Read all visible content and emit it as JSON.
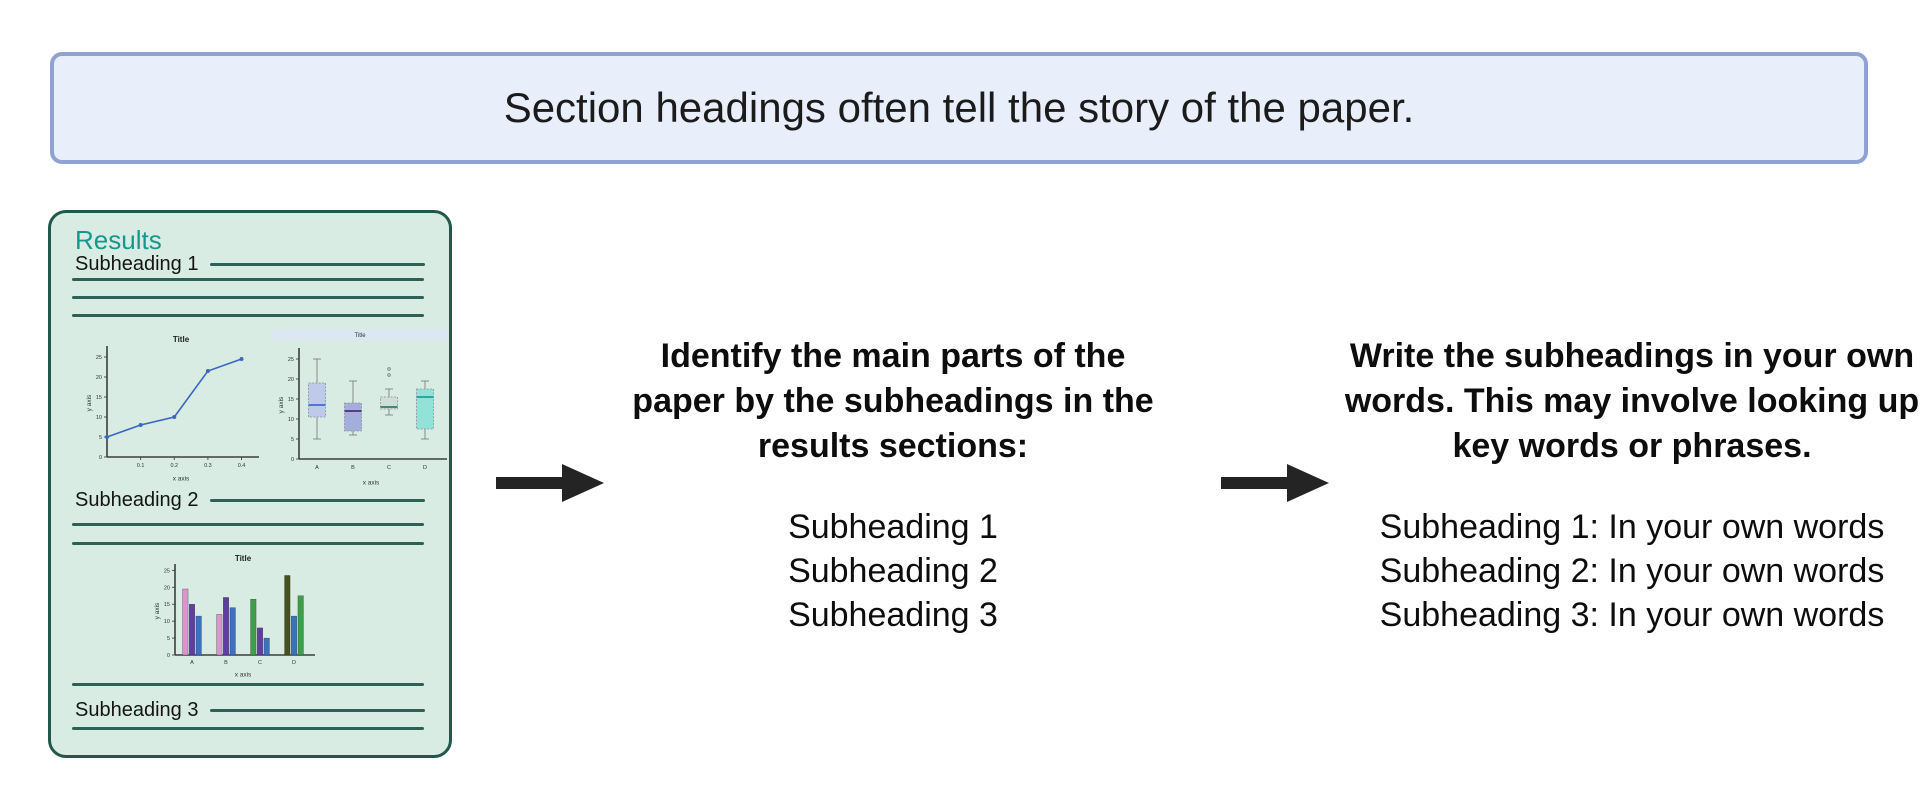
{
  "banner": {
    "text": "Section headings often tell the story of the paper."
  },
  "paper": {
    "section_title": "Results",
    "section_title_color": "#14988e",
    "subheadings": [
      "Subheading 1",
      "Subheading 2",
      "Subheading 3"
    ],
    "background": "#d8ece4",
    "border_color": "#21584b",
    "line_color": "#2d6156"
  },
  "steps": [
    {
      "heading": "Identify the main parts of the paper by the subheadings in the results sections:",
      "items": [
        "Subheading 1",
        "Subheading 2",
        "Subheading 3"
      ]
    },
    {
      "heading": "Write the subheadings in your own words. This may involve looking up key words or phrases.",
      "items": [
        "Subheading 1: In your own words",
        "Subheading 2: In your own words",
        "Subheading 3: In your own words"
      ]
    }
  ],
  "banner_colors": {
    "background": "#e9eefb",
    "border": "#8fa3d3"
  },
  "arrow_color": "#242424",
  "chart_data": [
    {
      "type": "line",
      "title": "Title",
      "xlabel": "x axis",
      "ylabel": "y axis",
      "x": [
        0,
        0.1,
        0.2,
        0.3,
        0.4
      ],
      "y": [
        5,
        8,
        10,
        21.5,
        24.5
      ],
      "xticks": [
        0.1,
        0.2,
        0.3,
        0.4
      ],
      "yticks": [
        0,
        5,
        10,
        15,
        20,
        25
      ],
      "xlim": [
        0,
        0.44
      ],
      "ylim": [
        0,
        27
      ],
      "color": "#3a66c4"
    },
    {
      "type": "box",
      "title": "Title",
      "title_band": "#dbe8f4",
      "xlabel": "x axis",
      "ylabel": "y axis",
      "categories": [
        "A",
        "B",
        "C",
        "D"
      ],
      "yticks": [
        0,
        5,
        10,
        15,
        20,
        25
      ],
      "ylim": [
        0,
        27
      ],
      "boxes": [
        {
          "low": 5,
          "q1": 10.5,
          "med": 13.5,
          "q3": 19,
          "high": 25,
          "fill": "#bfc9ea",
          "median_color": "#3e6bd6",
          "outliers": []
        },
        {
          "low": 6,
          "q1": 7,
          "med": 12,
          "q3": 14,
          "high": 19.5,
          "fill": "#a4aedd",
          "median_color": "#4f2d73",
          "outliers": []
        },
        {
          "low": 11,
          "q1": 12.5,
          "med": 13,
          "q3": 15.5,
          "high": 17.5,
          "fill": "#cfdfd7",
          "median_color": "#2e7c6c",
          "outliers": [
            21,
            22.5
          ]
        },
        {
          "low": 5,
          "q1": 7.5,
          "med": 15.5,
          "q3": 17.5,
          "high": 19.5,
          "fill": "#93e2da",
          "median_color": "#1d9f93",
          "outliers": []
        }
      ]
    },
    {
      "type": "bar",
      "title": "Title",
      "xlabel": "x axis",
      "ylabel": "y axis",
      "categories": [
        "A",
        "B",
        "C",
        "D"
      ],
      "yticks": [
        0,
        5,
        10,
        15,
        20,
        25
      ],
      "ylim": [
        0,
        26
      ],
      "groups": [
        {
          "category": "A",
          "bars": [
            {
              "value": 19.5,
              "color": "#e092cc"
            },
            {
              "value": 15,
              "color": "#5f3f9e"
            },
            {
              "value": 11.5,
              "color": "#3a72bd"
            }
          ]
        },
        {
          "category": "B",
          "bars": [
            {
              "value": 12,
              "color": "#e092cc"
            },
            {
              "value": 17,
              "color": "#5f3f9e"
            },
            {
              "value": 14,
              "color": "#3a72bd"
            }
          ]
        },
        {
          "category": "C",
          "bars": [
            {
              "value": 16.5,
              "color": "#3f9e49"
            },
            {
              "value": 8,
              "color": "#5f3f9e"
            },
            {
              "value": 5,
              "color": "#3a72bd"
            }
          ]
        },
        {
          "category": "D",
          "bars": [
            {
              "value": 23.5,
              "color": "#46511f"
            },
            {
              "value": 11.5,
              "color": "#3a72bd"
            },
            {
              "value": 17.5,
              "color": "#3f9e49"
            }
          ]
        }
      ]
    }
  ]
}
